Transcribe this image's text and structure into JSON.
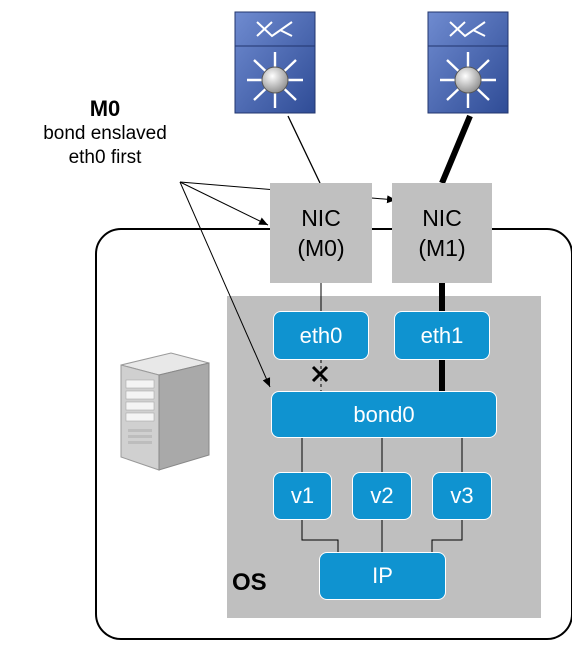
{
  "annotation": {
    "title": "M0",
    "line1": "bond enslaved",
    "line2": "eth0 first"
  },
  "nics": [
    {
      "line1": "NIC",
      "line2": "(M0)"
    },
    {
      "line1": "NIC",
      "line2": "(M1)"
    }
  ],
  "interfaces": {
    "eth0": "eth0",
    "eth1": "eth1",
    "bond": "bond0",
    "v1": "v1",
    "v2": "v2",
    "v3": "v3",
    "ip": "IP"
  },
  "os_label": "OS",
  "colors": {
    "interface_blue": "#0f93d0",
    "nic_gray": "#c0c0c0",
    "os_gray": "#bfbfbf",
    "switch_blue": "#3a5aa6"
  },
  "icons": [
    "switch-icon",
    "server-tower-icon",
    "blocked-link-x-icon"
  ]
}
